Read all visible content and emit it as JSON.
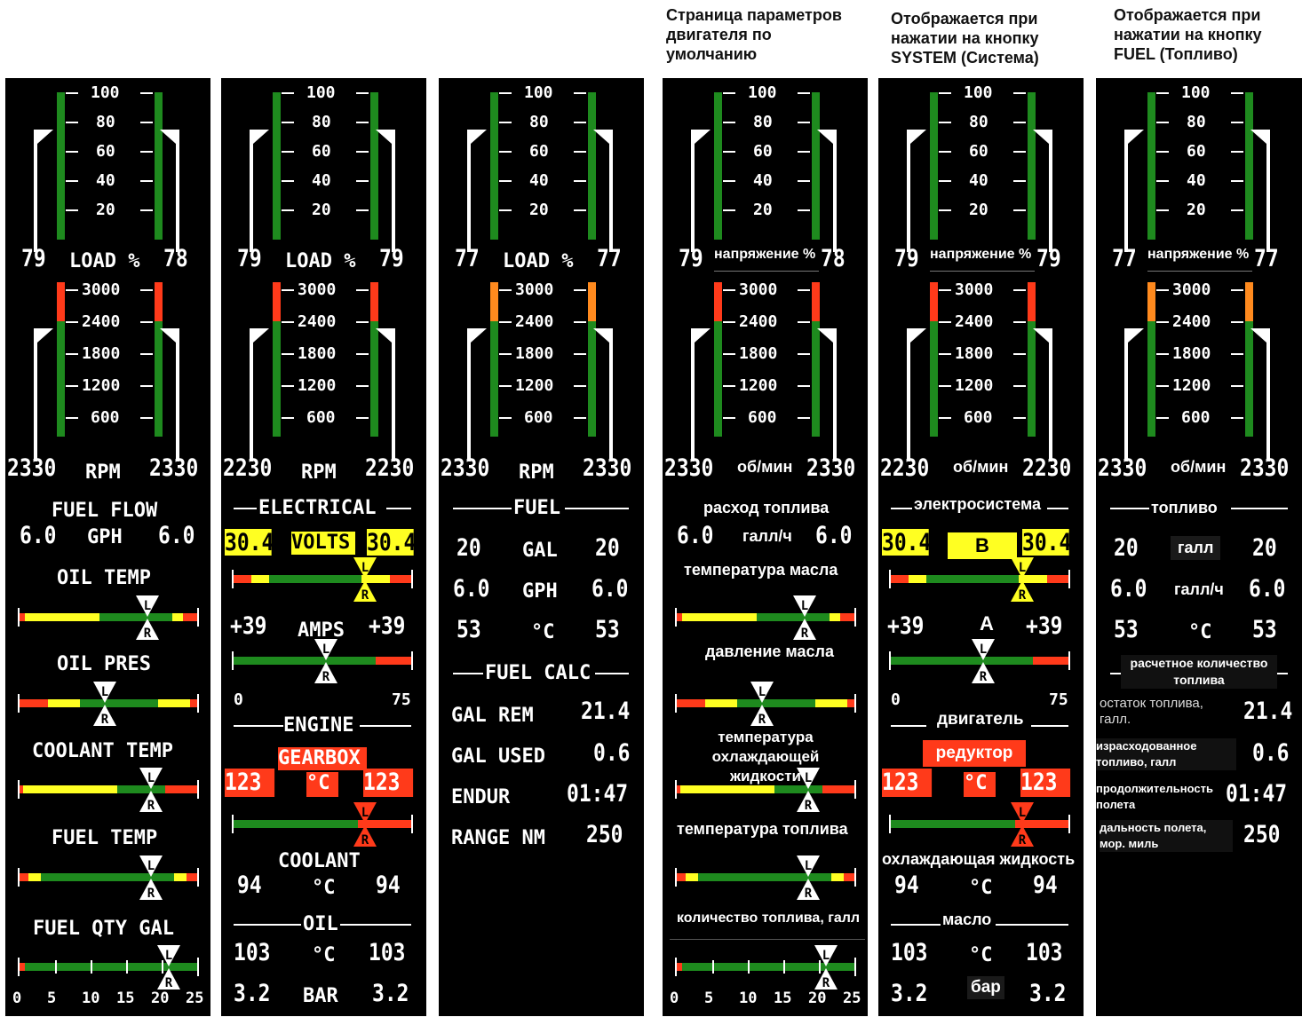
{
  "captions": [
    "Страница параметров\nдвигателя по\nумолчанию",
    "Отображается при\nнажатии на кнопку\nSYSTEM (Система)",
    "Отображается при\nнажатии на кнопку\nFUEL (Топливо)"
  ],
  "colors": {
    "green": "#1e8a1e",
    "yellow": "#ffff22",
    "red": "#ff3a1a",
    "orange": "#ff8a1e"
  },
  "load_ticks": [
    "100",
    "80",
    "60",
    "40",
    "20"
  ],
  "rpm_ticks": [
    "3000",
    "2400",
    "1800",
    "1200",
    "600"
  ],
  "panels": [
    {
      "load_left": "79",
      "load_label": "LOAD %",
      "load_right": "78",
      "rpm_left": "2330",
      "rpm_label": "RPM",
      "rpm_right": "2330"
    },
    {
      "load_left": "79",
      "load_label": "LOAD %",
      "load_right": "79",
      "rpm_left": "2230",
      "rpm_label": "RPM",
      "rpm_right": "2230"
    },
    {
      "load_left": "77",
      "load_label": "LOAD %",
      "load_right": "77",
      "rpm_left": "2330",
      "rpm_label": "RPM",
      "rpm_right": "2330"
    },
    {
      "load_left": "79",
      "load_label": "напряжение %",
      "load_right": "78",
      "rpm_left": "2330",
      "rpm_label": "об/мин",
      "rpm_right": "2330"
    },
    {
      "load_left": "79",
      "load_label": "напряжение %",
      "load_right": "79",
      "rpm_left": "2230",
      "rpm_label": "об/мин",
      "rpm_right": "2230"
    },
    {
      "load_left": "77",
      "load_label": "напряжение %",
      "load_right": "77",
      "rpm_left": "2330",
      "rpm_label": "об/мин",
      "rpm_right": "2330"
    }
  ],
  "p1": {
    "fuel_flow_title": "FUEL FLOW",
    "ff_left": "6.0",
    "ff_unit": "GPH",
    "ff_right": "6.0",
    "oil_temp": "OIL TEMP",
    "oil_pres": "OIL PRES",
    "coolant_temp": "COOLANT TEMP",
    "fuel_temp": "FUEL TEMP",
    "fuel_qty": "FUEL QTY GAL",
    "scale": [
      "0",
      "5",
      "10",
      "15",
      "20",
      "25"
    ]
  },
  "p2": {
    "electrical": "ELECTRICAL",
    "volts_left": "30.4",
    "volts": "VOLTS",
    "volts_right": "30.4",
    "amps_left": "+39",
    "amps": "AMPS",
    "amps_right": "+39",
    "amps_min": "0",
    "amps_max": "75",
    "engine": "ENGINE",
    "gearbox": "GEARBOX",
    "gb_left": "123",
    "gb_unit": "°C",
    "gb_right": "123",
    "coolant": "COOLANT",
    "cool_left": "94",
    "cool_unit": "°C",
    "cool_right": "94",
    "oil": "OIL",
    "oil_left": "103",
    "oil_unit": "°C",
    "oil_right": "103",
    "bar_left": "3.2",
    "bar_unit": "BAR",
    "bar_right": "3.2"
  },
  "p3": {
    "fuel": "FUEL",
    "r1": [
      "20",
      "GAL",
      "20"
    ],
    "r2": [
      "6.0",
      "GPH",
      "6.0"
    ],
    "r3": [
      "53",
      "°C",
      "53"
    ],
    "fuel_calc": "FUEL CALC",
    "calc": [
      [
        "GAL REM",
        "21.4"
      ],
      [
        "GAL USED",
        "0.6"
      ],
      [
        "ENDUR",
        "01:47"
      ],
      [
        "RANGE NM",
        "250"
      ]
    ]
  },
  "p4": {
    "fuel_flow": "расход топлива",
    "ff_left": "6.0",
    "ff_unit": "галл/ч",
    "ff_right": "6.0",
    "oil_temp": "температура масла",
    "oil_pres": "давление масла",
    "coolant": "температура охлаждающей\nжидкости",
    "fuel_temp": "температура топлива",
    "fuel_qty": "количество топлива, галл",
    "scale": [
      "0",
      "5",
      "10",
      "15",
      "20",
      "25"
    ]
  },
  "p5": {
    "electrical": "электросистема",
    "volts_left": "30.4",
    "volts": "В",
    "volts_right": "30.4",
    "amps_left": "+39",
    "amps": "А",
    "amps_right": "+39",
    "amps_min": "0",
    "amps_max": "75",
    "engine": "двигатель",
    "gearbox": "редуктор",
    "gb_left": "123",
    "gb_unit": "°C",
    "gb_right": "123",
    "coolant": "охлаждающая жидкость",
    "cool_left": "94",
    "cool_unit": "°C",
    "cool_right": "94",
    "oil": "масло",
    "oil_left": "103",
    "oil_unit": "°C",
    "oil_right": "103",
    "bar_left": "3.2",
    "bar_unit": "бар",
    "bar_right": "3.2"
  },
  "p6": {
    "fuel": "топливо",
    "r1": [
      "20",
      "галл",
      "20"
    ],
    "r2": [
      "6.0",
      "галл/ч",
      "6.0"
    ],
    "r3": [
      "53",
      "°C",
      "53"
    ],
    "calc_title": "расчетное количество\nтоплива",
    "calc": [
      [
        "остаток топлива,\nгалл.",
        "21.4"
      ],
      [
        "израсходованное\nтопливо, галл",
        "0.6"
      ],
      [
        "продолжительность\nполета",
        "01:47"
      ],
      [
        "дальность полета,\nмор. миль",
        "250"
      ]
    ]
  }
}
